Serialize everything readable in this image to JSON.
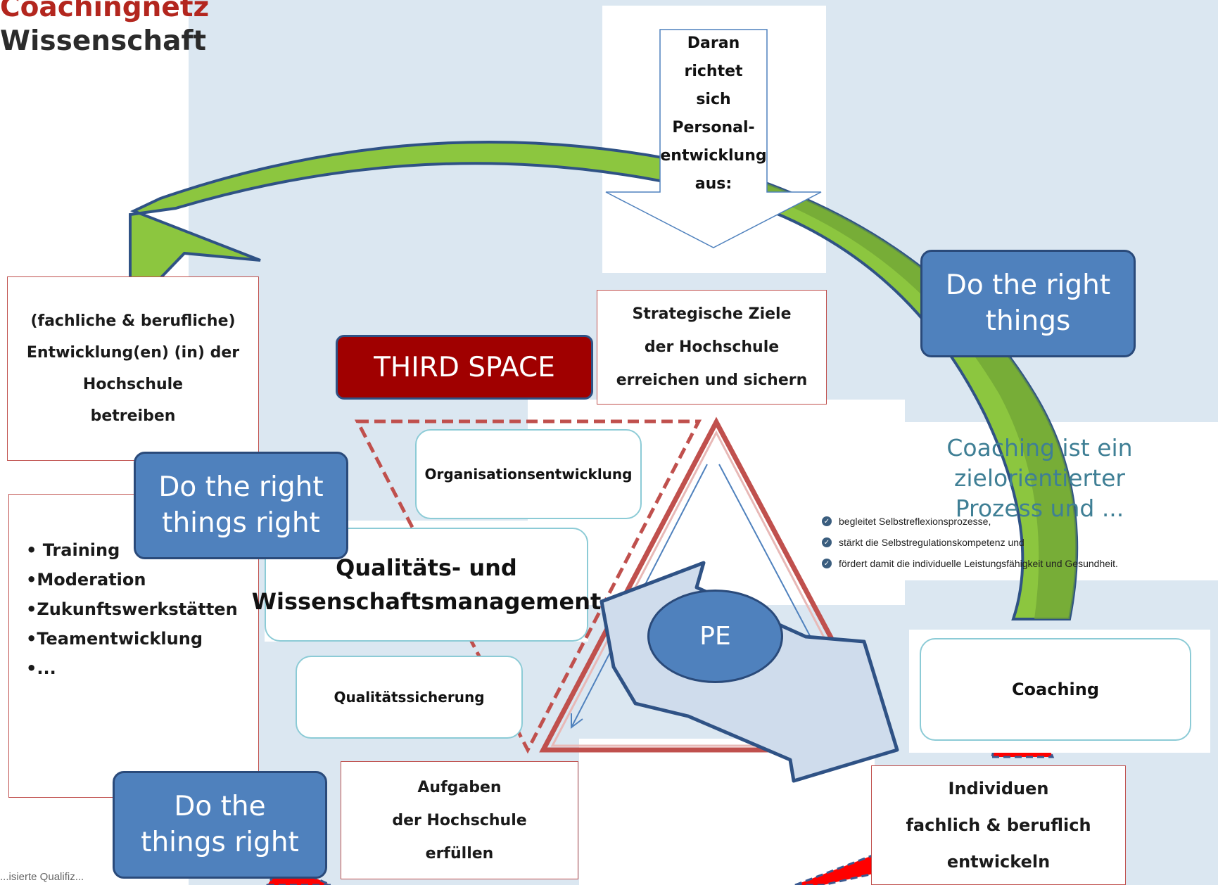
{
  "logo": {
    "line1": "Coachingnetz",
    "line2": "Wissenschaft"
  },
  "footnote": "...isierte Qualifiz...",
  "top_arrow": {
    "lines": [
      "Daran richtet",
      "sich",
      "Personal-",
      "entwicklung",
      "aus:"
    ]
  },
  "boxes": {
    "strategic": [
      "Strategische Ziele",
      "der Hochschule",
      "erreichen und sichern"
    ],
    "development": [
      "(fachliche & berufliche)",
      "Entwicklung(en) (in) der",
      "Hochschule",
      "betreiben"
    ],
    "tasks": [
      "Aufgaben",
      "der Hochschule",
      "erfüllen"
    ],
    "individuals": [
      "Individuen",
      "fachlich & beruflich",
      "entwickeln"
    ]
  },
  "methods_list": [
    "• Training",
    "•Moderation",
    "•Zukunftswerkstätten",
    "•Teamentwicklung",
    "•..."
  ],
  "labels": {
    "third_space": "THIRD SPACE",
    "do_right_things": [
      "Do the right",
      "things"
    ],
    "do_right_things_right": [
      "Do the right",
      "things right"
    ],
    "do_things_right": [
      "Do the",
      "things right"
    ],
    "pe": "PE"
  },
  "third_space_items": {
    "org": "Organisationsentwicklung",
    "qwm": [
      "Qualitäts- und",
      "Wissenschaftsmanagement"
    ],
    "qs": "Qualitätssicherung"
  },
  "coaching": {
    "title": [
      "Coaching ist ein zielorientierter",
      "Prozess und ..."
    ],
    "bullets": [
      "begleitet Selbstreflexionsprozesse,",
      "stärkt die Selbstregulationskompetenz und",
      "fördert damit die individuelle Leistungsfähigkeit und Gesundheit."
    ],
    "box": "Coaching"
  },
  "colors": {
    "background": "#dbe7f1",
    "green_arrow": "#8cc63f",
    "red_arrow": "#ff0000",
    "blue_label": "#4f81bd",
    "third_space": "#a00000",
    "box_border_red": "#c0504d",
    "box_border_teal": "#8ccbd6"
  }
}
